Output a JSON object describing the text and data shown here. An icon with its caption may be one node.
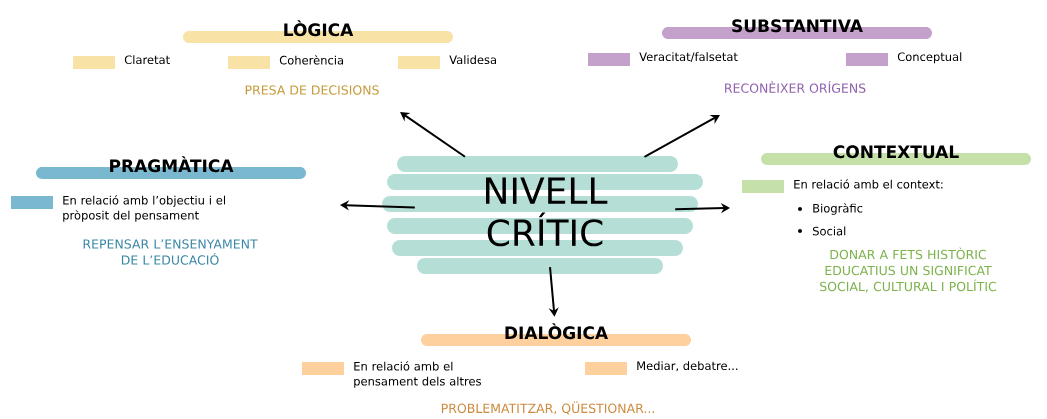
{
  "diagram": {
    "nodes": [
      {
        "text": [
          "LÒGICA"
        ]
      },
      {
        "text": [
          "SUBSTANTIVA"
        ]
      },
      {
        "text": [
          "PRAGMÀTICA"
        ]
      },
      {
        "text": [
          "NIVELL CRÍTIC"
        ]
      },
      {
        "text": [
          "CONTEXTUAL"
        ]
      },
      {
        "text": [
          "DIALÒGICA"
        ]
      }
    ],
    "edges": [
      {
        "from": 3,
        "to": null,
        "arrow": "to"
      },
      {
        "from": 3,
        "to": null,
        "arrow": "to"
      },
      {
        "from": 3,
        "to": null,
        "arrow": "to"
      },
      {
        "from": 3,
        "to": null,
        "arrow": "to"
      },
      {
        "from": 3,
        "to": 5,
        "arrow": "to"
      }
    ],
    "labels": [
      "PRESA DE DECISIONS",
      "RECONÈIXER ORÍGENS",
      "REPENSAR L’ENSENYAMENT DE L’EDUCACIÓ",
      "Biogràfic",
      "Social",
      "DONAR A FETS HISTÒRIC EDUCATIUS UN SIGNIFICAT SOCIAL, CULTURAL I POLÍTIC",
      "PROBLEMATITZAR, QÜESTIONAR..."
    ],
    "legend": [
      {
        "text": "Claretat",
        "color": "#f9e2a5"
      },
      {
        "text": "Coherència",
        "color": "#f9e2a5"
      },
      {
        "text": "Validesa",
        "color": "#f9e2a5"
      },
      {
        "text": "Veracitat/falsetat",
        "color": "#c3a1cb"
      },
      {
        "text": "Conceptual",
        "color": "#c3a1cb"
      },
      {
        "text": "En relació amb l’objectiu i el pròposit del pensament",
        "color": "#7ab8cf"
      },
      {
        "text": "En relació amb el context:",
        "color": "#c5e0a8"
      },
      {
        "text": "En relació amb el pensament dels altres",
        "color": "#fdd09d"
      },
      {
        "text": "Mediar, debatre...",
        "color": "#fdd09d"
      }
    ]
  }
}
